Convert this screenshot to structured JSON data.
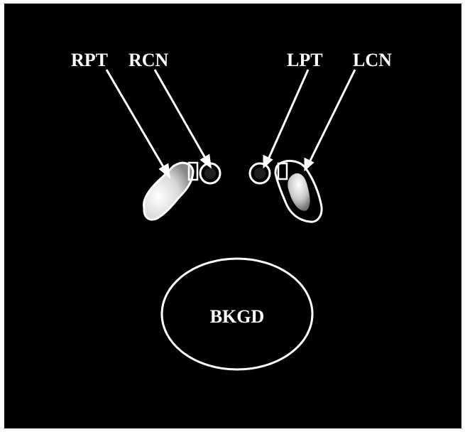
{
  "colors": {
    "background": "#000000",
    "outline": "#ffffff",
    "border": "#ffffff"
  },
  "labels": {
    "rpt": "RPT",
    "rcn": "RCN",
    "lpt": "LPT",
    "lcn": "LCN",
    "bkgd": "BKGD"
  }
}
